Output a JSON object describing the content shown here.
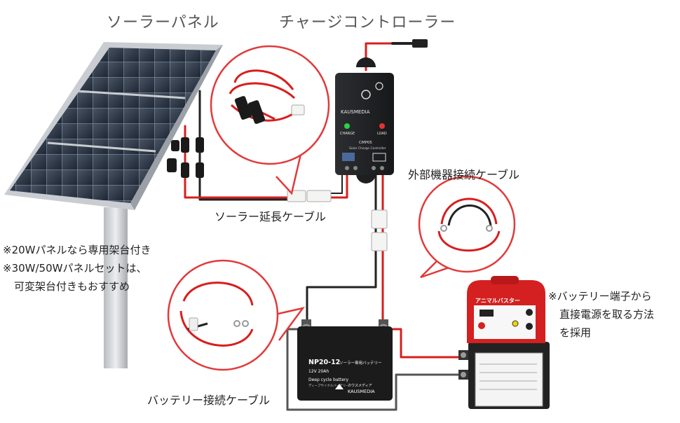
{
  "labels": {
    "solar_panel": "ソーラーパネル",
    "charge_controller": "チャージコントローラー",
    "solar_extension_cable": "ソーラー延長ケーブル",
    "external_device_cable": "外部機器接続ケーブル",
    "battery_cable": "バッテリー接続ケーブル"
  },
  "notes": {
    "panel_line1": "※20Wパネルなら専用架台付き",
    "panel_line2": "※30W/50Wパネルセットは、",
    "panel_line3": "可変架台付きもおすすめ",
    "fence_line1": "※バッテリー端子から",
    "fence_line2": "直接電源を取る方法",
    "fence_line3": "を採用"
  },
  "controller": {
    "brand": "KAUSMEDIA",
    "model": "CMP05",
    "subtitle": "Solar Charge Controller",
    "charge_label": "CHARGE",
    "load_label": "LOAD"
  },
  "battery": {
    "model": "NP20-12",
    "model_jp": "ソーラー専用バッテリー",
    "spec": "12V 20Ah",
    "type": "Deep cycle battery",
    "type_jp": "ディープサイクルバッテリー",
    "brand_jp": "カウスメディア",
    "brand": "KAUSMEDIA"
  },
  "fence": {
    "name": "アニマルバスター"
  },
  "colors": {
    "wire_red": "#d81e1e",
    "wire_black": "#222222",
    "bubble": "#e13a3a",
    "device_red": "#d42020",
    "controller_body": "#222426",
    "battery_body": "#1b1b1b"
  }
}
